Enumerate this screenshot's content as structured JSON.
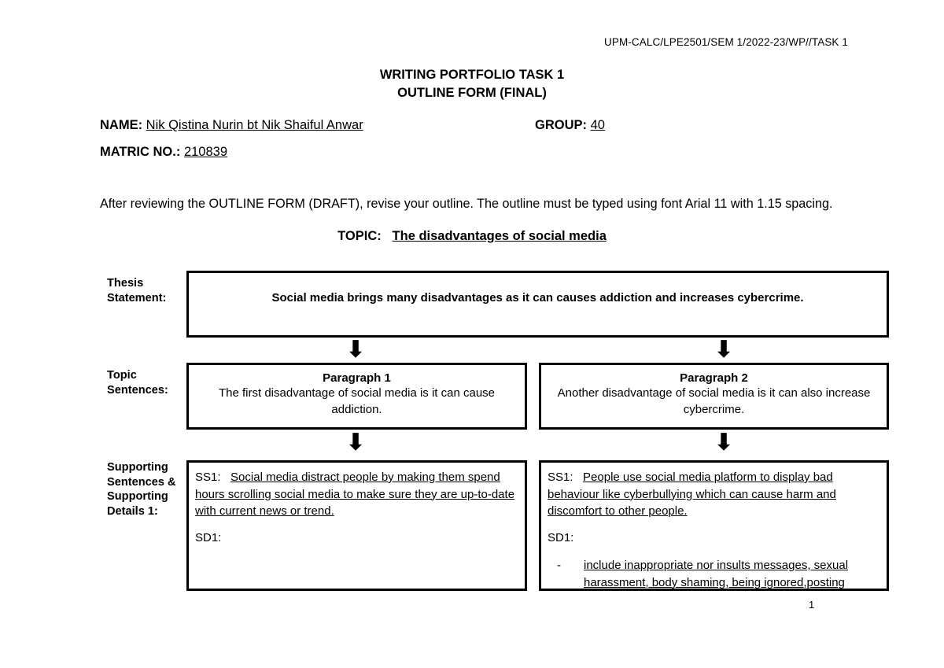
{
  "document": {
    "header_code": "UPM-CALC/LPE2501/SEM 1/2022-23/WP//TASK 1",
    "title_line_1": "WRITING PORTFOLIO TASK 1",
    "title_line_2": "OUTLINE FORM (FINAL)",
    "page_number": "1"
  },
  "fields": {
    "name_label": "NAME:",
    "name_value": "Nik Qistina Nurin bt Nik Shaiful Anwar  ",
    "group_label": "GROUP:",
    "group_value": "40",
    "matric_label": "MATRIC NO.:",
    "matric_value": "210839"
  },
  "instruction": "After reviewing the OUTLINE FORM (DRAFT), revise your outline. The outline must be typed using font Arial 11 with 1.15 spacing.",
  "topic": {
    "label": "TOPIC:",
    "value": "The disadvantages of social media"
  },
  "outline": {
    "thesis": {
      "label": "Thesis Statement:",
      "text": "Social media brings many disadvantages as it can causes addiction and increases cybercrime."
    },
    "topic_sentences": {
      "label": "Topic Sentences:",
      "columns": [
        {
          "heading": "Paragraph 1",
          "text": "The first disadvantage of social media is it can cause addiction."
        },
        {
          "heading": "Paragraph 2",
          "text": "Another disadvantage of social media is it can also increase cybercrime."
        }
      ]
    },
    "supporting": {
      "label": "Supporting Sentences & Supporting Details 1:",
      "columns": [
        {
          "ss_tag": "SS1:",
          "ss_text": "Social media distract people by making them spend hours scrolling social media to make sure they are up-to-date with current news or trend.",
          "sd_tag": "SD1:",
          "sd_items": []
        },
        {
          "ss_tag": "SS1:",
          "ss_text": "People use social media platform to display bad behaviour like cyberbullying which can cause harm and discomfort to other people.",
          "sd_tag": "SD1:",
          "sd_items": [
            {
              "bullet": "-",
              "text": "include inappropriate nor insults messages, sexual harassment, body shaming, being ignored,posting"
            }
          ]
        }
      ]
    }
  },
  "icons": {
    "down_arrow": "⬇"
  }
}
